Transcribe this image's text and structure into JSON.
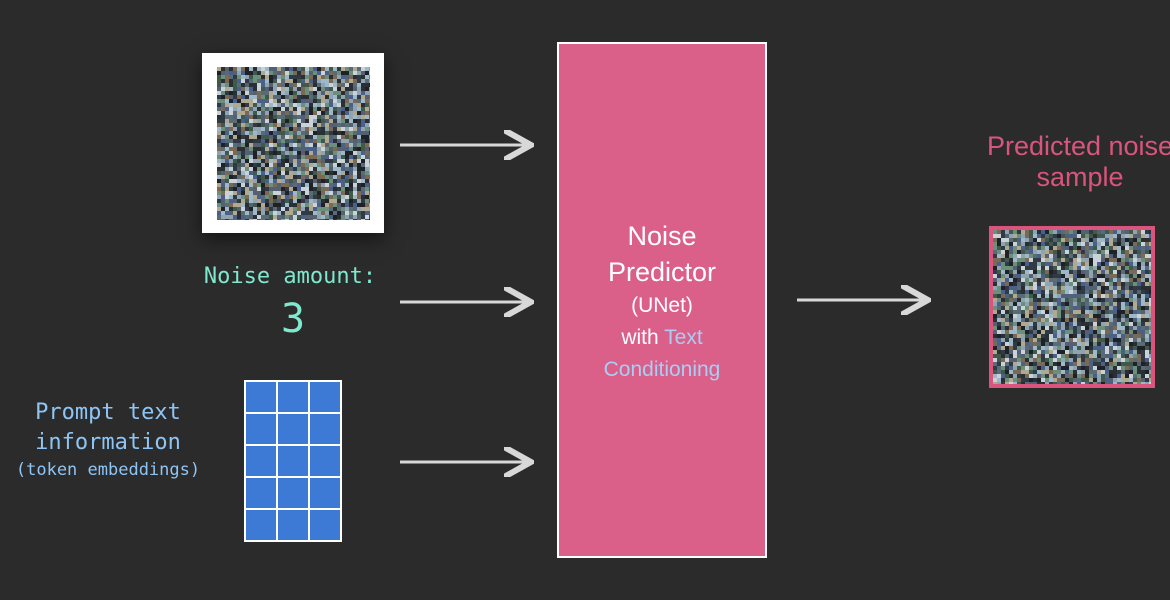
{
  "noise_amount": {
    "label": "Noise amount:",
    "value": "3"
  },
  "prompt": {
    "line1": "Prompt text",
    "line2": "information",
    "line3": "(token embeddings)"
  },
  "noise_predictor": {
    "line1": "Noise",
    "line2": "Predictor",
    "line3": "(UNet)",
    "line4_prefix": "with ",
    "line4_accent": "Text",
    "line5_accent": "Conditioning"
  },
  "output": {
    "title_line1": "Predicted noise",
    "title_line2": "sample"
  },
  "colors": {
    "background": "#2b2b2b",
    "predictor": "#da608a",
    "noise_label": "#7fe8cf",
    "prompt_label": "#8ec5f5",
    "output_accent": "#d9557d",
    "embedding_cell": "#3d7ad6",
    "arrow": "#d8d8d8"
  }
}
